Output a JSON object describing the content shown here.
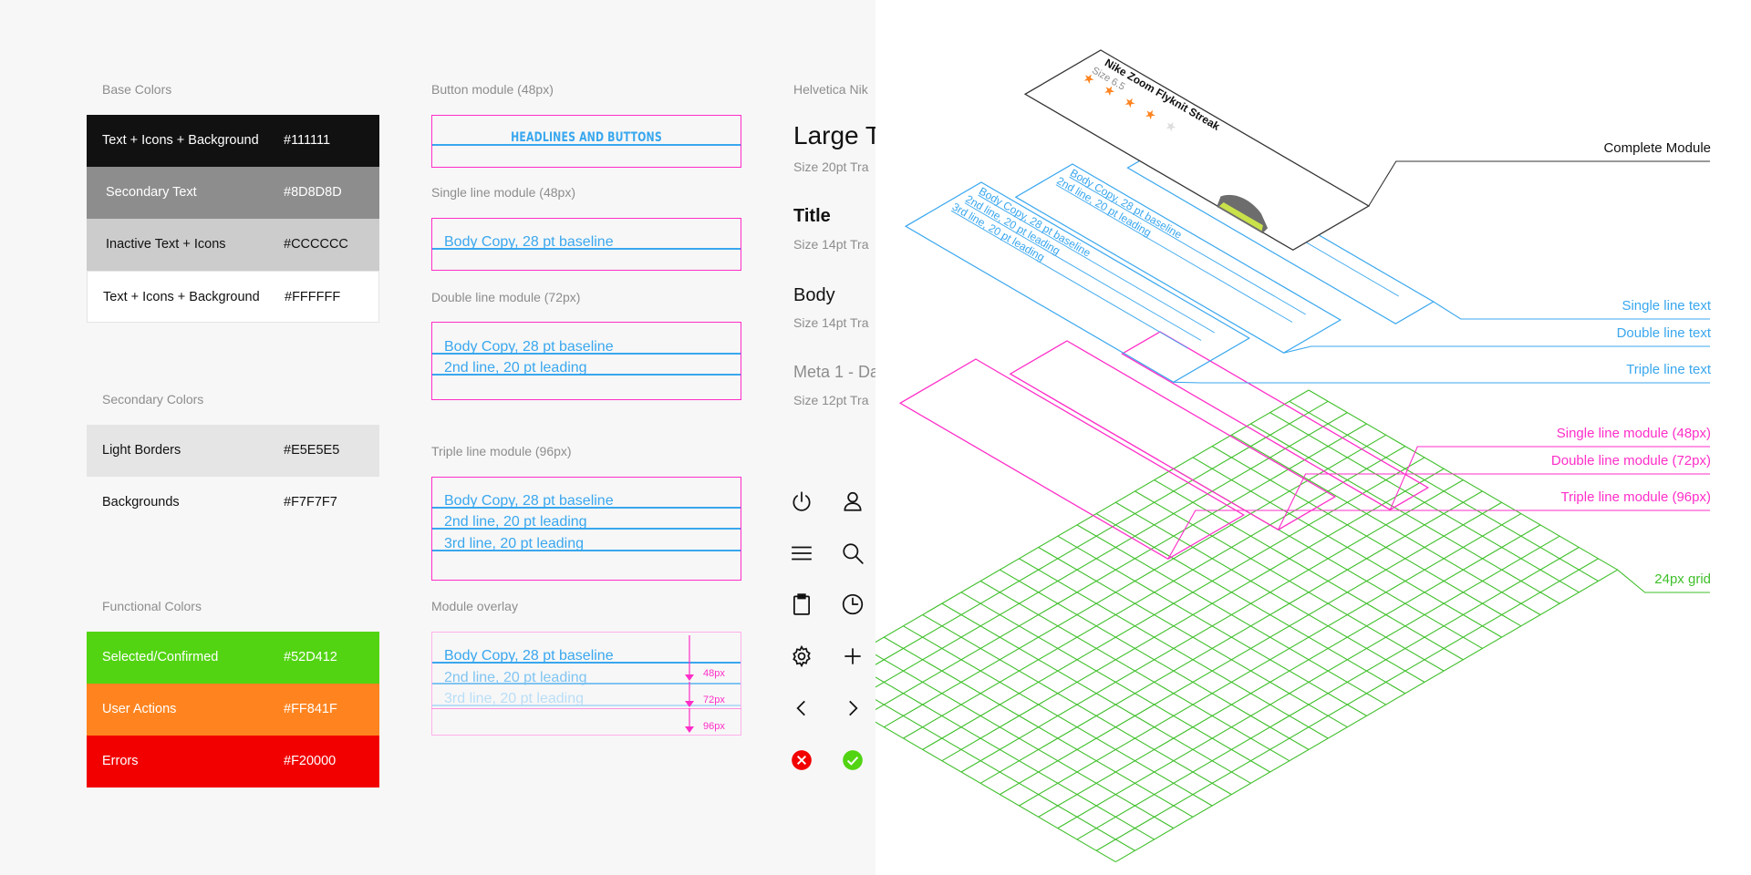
{
  "base_colors": {
    "title": "Base Colors",
    "swatches": [
      {
        "name": "Text + Icons + Background",
        "hex": "#111111"
      },
      {
        "name": "Secondary Text",
        "hex": "#8D8D8D"
      },
      {
        "name": "Inactive Text + Icons",
        "hex": "#CCCCCC"
      },
      {
        "name": "Text + Icons + Background",
        "hex": "#FFFFFF"
      }
    ]
  },
  "secondary_colors": {
    "title": "Secondary Colors",
    "swatches": [
      {
        "name": "Light Borders",
        "hex": "#E5E5E5"
      },
      {
        "name": "Backgrounds",
        "hex": "#F7F7F7"
      }
    ]
  },
  "functional_colors": {
    "title": "Functional Colors",
    "swatches": [
      {
        "name": "Selected/Confirmed",
        "hex": "#52D412"
      },
      {
        "name": "User Actions",
        "hex": "#FF841F"
      },
      {
        "name": "Errors",
        "hex": "#F20000"
      }
    ]
  },
  "modules": {
    "button": {
      "title": "Button module (48px)",
      "label": "HEADLINES AND BUTTONS"
    },
    "single": {
      "title": "Single line module (48px)",
      "line1": "Body Copy, 28 pt baseline"
    },
    "double": {
      "title": "Double line module (72px)",
      "line1": "Body Copy, 28 pt baseline",
      "line2": "2nd line, 20 pt leading"
    },
    "triple": {
      "title": "Triple line module (96px)",
      "line1": "Body Copy, 28 pt baseline",
      "line2": "2nd line, 20 pt leading",
      "line3": "3rd line, 20 pt leading"
    },
    "overlay": {
      "title": "Module overlay",
      "line1": "Body Copy, 28 pt baseline",
      "line2": "2nd line, 20 pt leading",
      "line3": "3rd line, 20 pt leading",
      "markers": [
        "48px",
        "72px",
        "96px"
      ]
    }
  },
  "typography": {
    "header": "Helvetica Nik",
    "large": {
      "sample": "Large T",
      "meta": "Size 20pt  Tra"
    },
    "title": {
      "sample": "Title",
      "meta": "Size 14pt  Tra"
    },
    "body": {
      "sample": "Body",
      "meta": "Size 14pt  Tra"
    },
    "meta1": {
      "sample": "Meta 1 - Da",
      "meta": "Size 12pt  Tra"
    }
  },
  "icons": [
    "power-icon",
    "user-icon",
    "menu-icon",
    "search-icon",
    "clipboard-icon",
    "clock-icon",
    "gear-icon",
    "plus-icon",
    "chevron-left-icon",
    "chevron-right-icon",
    "error-icon",
    "check-icon"
  ],
  "exploded": {
    "card": {
      "product": "Nike Zoom Flyknit Streak",
      "size": "Size 6.5",
      "rating": 4,
      "max_rating": 5
    },
    "single_text": "Body Copy, 28 pt baseline",
    "double_text": [
      "Body Copy, 28 pt baseline",
      "2nd line, 20 pt leading"
    ],
    "triple_text": [
      "Body Copy, 28 pt baseline",
      "2nd line, 20 pt leading",
      "3rd line, 20 pt leading"
    ],
    "labels": {
      "complete": "Complete Module",
      "single_text": "Single line text",
      "double_text": "Double line text",
      "triple_text": "Triple line text",
      "single_module": "Single line module (48px)",
      "double_module": "Double line module (72px)",
      "triple_module": "Triple line module (96px)",
      "grid": "24px grid"
    }
  },
  "colors": {
    "pink": "#ff2ec8",
    "blue": "#39a7ee",
    "green": "#3fbf2a",
    "star": "#ff841f",
    "star_off": "#dddddd",
    "ink": "#111111"
  }
}
